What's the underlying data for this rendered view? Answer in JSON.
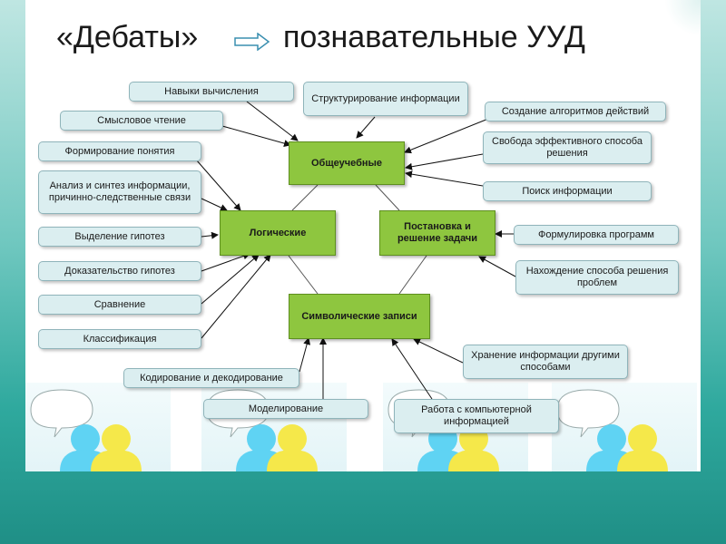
{
  "title": {
    "left": "«Дебаты»",
    "right": "познавательные УУД"
  },
  "centers": {
    "general": "Общеучебные",
    "logical": "Логические",
    "problem": "Постановка и решение задачи",
    "symbolic": "Символические записи"
  },
  "general_items": {
    "computation": "Навыки вычисления",
    "structuring": "Структурирование информации",
    "reading": "Смысловое чтение",
    "algorithms": "Создание алгоритмов действий",
    "freedom": "Свобода эффективного способа решения",
    "search": "Поиск информации"
  },
  "logical_items": {
    "concept": "Формирование понятия",
    "analysis": "Анализ и синтез информации, причинно-следственные связи",
    "hypothesis": "Выделение гипотез",
    "proof": "Доказательство гипотез",
    "comparison": "Сравнение",
    "classification": "Классификация"
  },
  "problem_items": {
    "formulation": "Формулировка программ",
    "finding": "Нахождение способа решения проблем"
  },
  "symbolic_items": {
    "coding": "Кодирование и декодирование",
    "modeling": "Моделирование",
    "computer": "Работа с компьютерной информацией",
    "storage": "Хранение информации другими способами"
  },
  "colors": {
    "center_fill": "#8ec63f",
    "box_fill": "#dbeef0",
    "background_teal": "#2fa99e"
  }
}
